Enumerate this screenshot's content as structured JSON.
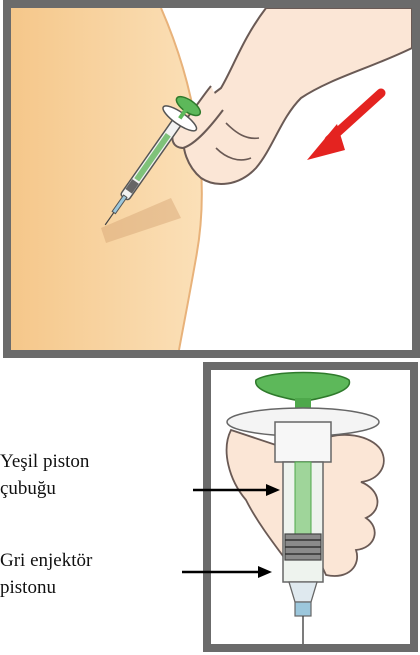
{
  "labels": {
    "green_plunger_line1": "Yeşil piston",
    "green_plunger_line2": "çubuğu",
    "gray_stopper_line1": "Gri enjektör",
    "gray_stopper_line2": "pistonu"
  },
  "colors": {
    "frame": "#6b6b6b",
    "skin": "#f5cd98",
    "hand": "#fbe6d6",
    "arrow": "#e42320",
    "plunger_green": "#5db85a",
    "pointer": "#000000"
  },
  "icons": {
    "push_direction": "red-arrow-down-left",
    "label_pointers": "black-arrow-right"
  }
}
